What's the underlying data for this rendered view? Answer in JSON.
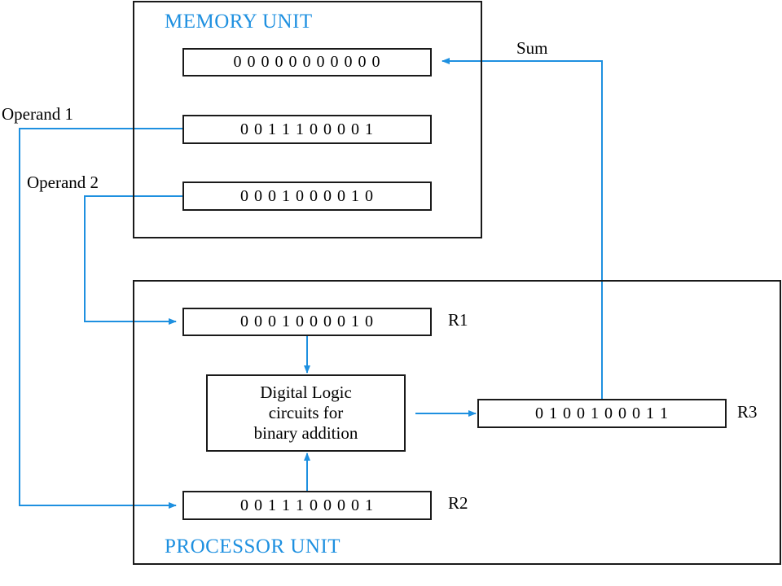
{
  "memory_unit": {
    "title": "MEMORY UNIT",
    "words": [
      "0 0 0 0 0 0 0 0 0 0 0",
      "0 0 1 1 1 0 0 0 0 1",
      "0 0 0 1 0 0 0 0 1 0"
    ]
  },
  "processor_unit": {
    "title": "PROCESSOR UNIT",
    "registers": [
      {
        "name": "R1",
        "value": "0 0 0 1 0 0 0 0 1 0"
      },
      {
        "name": "R2",
        "value": "0 0 1 1 1 0 0 0 0 1"
      },
      {
        "name": "R3",
        "value": "0 1 0 0 1 0 0 0 1 1"
      }
    ],
    "logic_lines": [
      "Digital Logic",
      "circuits for",
      "binary addition"
    ]
  },
  "signals": {
    "sum": "Sum",
    "operand1": "Operand 1",
    "operand2": "Operand 2"
  },
  "colors": {
    "accent": "#1e90e0",
    "border": "#1a1a1a"
  }
}
